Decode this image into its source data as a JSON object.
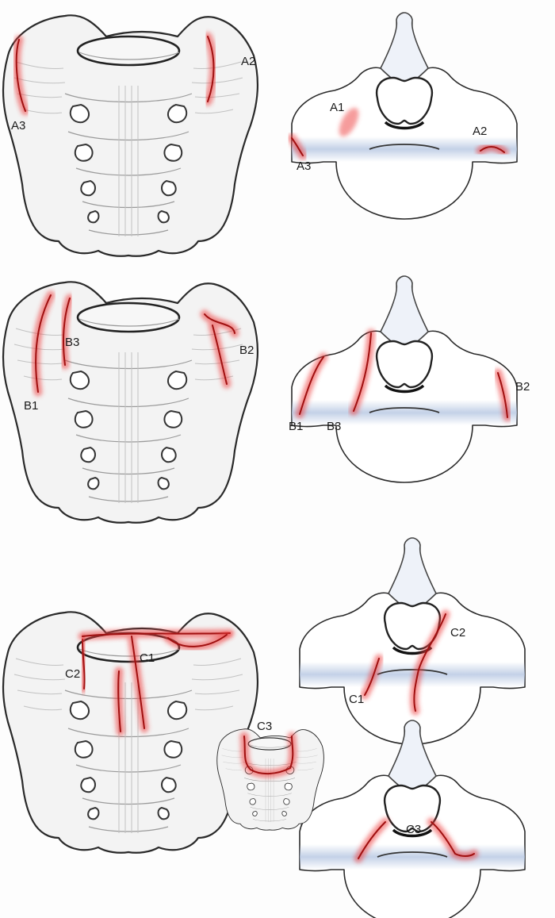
{
  "figure": {
    "panel_a": {
      "labels": {
        "a1": "A1",
        "a2": "A2",
        "a3": "A3"
      }
    },
    "panel_b": {
      "labels": {
        "b1": "B1",
        "b2": "B2",
        "b3": "B3"
      }
    },
    "panel_c": {
      "labels": {
        "c1": "C1",
        "c2": "C2",
        "c3": "C3"
      }
    }
  },
  "colors": {
    "fracture": "#ee3b3b",
    "fracture_core": "#a01010",
    "band": "#b9c9e3",
    "bone_outline": "#2a2a2a"
  }
}
